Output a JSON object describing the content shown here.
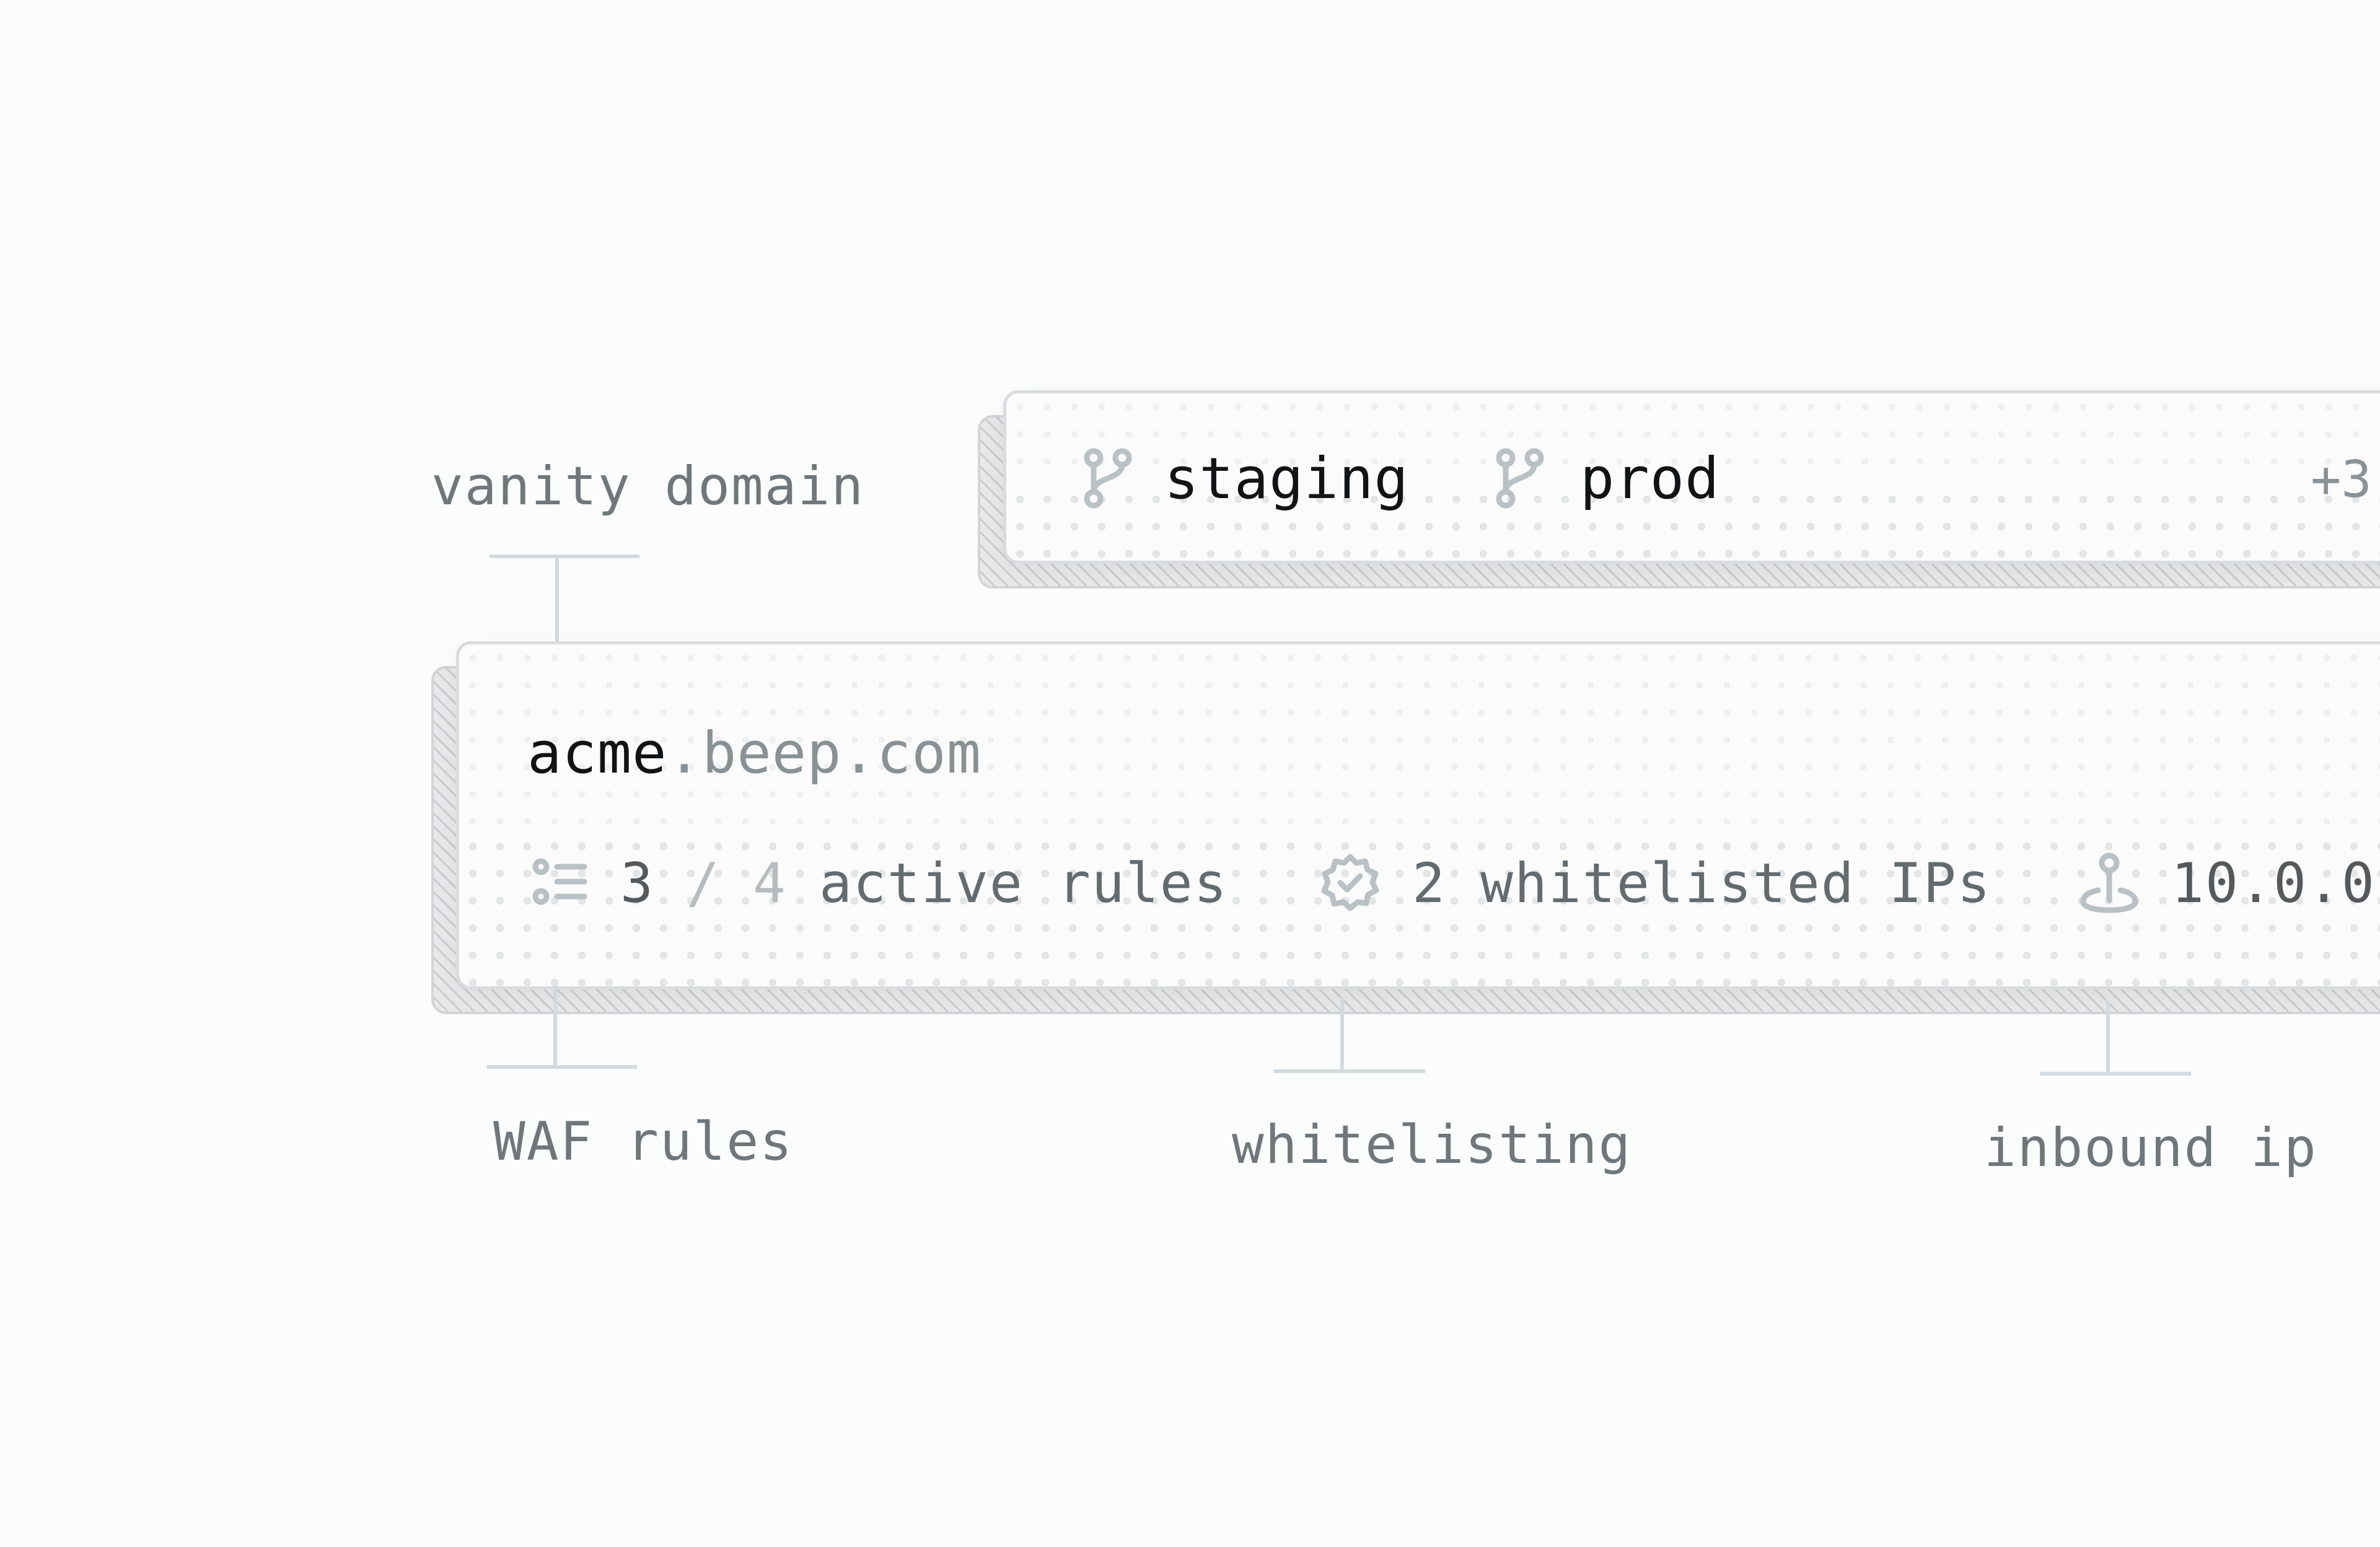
{
  "callouts": {
    "vanity_domain": "vanity domain",
    "waf_rules": "WAF rules",
    "whitelisting": "whitelisting",
    "inbound_ip": "inbound ip"
  },
  "environments": {
    "items": [
      {
        "label": "staging",
        "icon": "git-branch-icon"
      },
      {
        "label": "prod",
        "icon": "git-branch-icon"
      }
    ],
    "more": "+3"
  },
  "domain": {
    "subdomain": "acme",
    "rest": ".beep.com"
  },
  "stats": {
    "rules_active": "3",
    "rules_sep": "/",
    "rules_total": "4",
    "rules_label": "active rules",
    "whitelist_text": "2 whitelisted IPs",
    "inbound_ip": "10.0.0"
  },
  "colors": {
    "background": "#fbfcfc",
    "callout_text": "#6f777b",
    "connector": "#d3dadd",
    "icon": "#b9c1c5"
  }
}
